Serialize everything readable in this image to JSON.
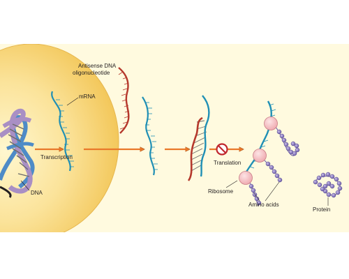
{
  "labels": {
    "antisense": "Antisense DNA oligonucleotide",
    "mrna": "mRNA",
    "transcription": "Transcription",
    "translation": "Translation",
    "dna": "DNA",
    "ribosome": "Ribosome",
    "amino_acids": "Amino acids",
    "protein": "Protein"
  },
  "icons": {
    "arrow": "arrow-right-icon",
    "blocked": "prohibited-icon"
  },
  "colors": {
    "background": "#fffadf",
    "nucleus": "#f7d77a",
    "mrna": "#1f8fb5",
    "antisense": "#b5382c",
    "arrow": "#e9782a",
    "ribosome": "#f6c4c8",
    "amino_acid": "#8a7cc4",
    "dna_purple": "#a98fc4",
    "dna_blue": "#4e8bc7"
  }
}
